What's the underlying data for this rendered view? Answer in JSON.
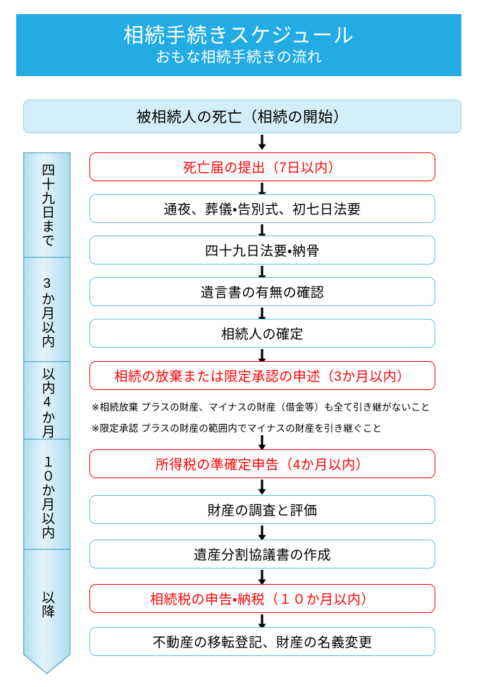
{
  "header": {
    "title": "相続手続きスケジュール",
    "subtitle": "おもな相続手続きの流れ",
    "banner_color": "#22ACE3",
    "text_color": "#FFFFFF"
  },
  "colors": {
    "banner_blue": "#22ACE3",
    "box_blue_border": "#5BC0E8",
    "intro_fill": "#D3EDF9",
    "accent_red": "#FF0000",
    "timeline_fill_top": "#AEDCF0",
    "timeline_fill_bottom": "#DFF1FB",
    "arrow_black": "#000000"
  },
  "intro": {
    "label": "被相続人の死亡（相続の開始）"
  },
  "flow": {
    "steps": [
      {
        "label": "死亡届の提出（7日以内）",
        "style": "accent"
      },
      {
        "label": "通夜、葬儀・告別式、初七日法要",
        "style": "normal"
      },
      {
        "label": "四十九日法要・納骨",
        "style": "normal"
      },
      {
        "label": "遺言書の有無の確認",
        "style": "normal"
      },
      {
        "label": "相続人の確定",
        "style": "normal"
      },
      {
        "label": "相続の放棄または限定承認の申述（3か月以内）",
        "style": "accent"
      },
      {
        "label": "所得税の準確定申告（4か月以内）",
        "style": "accent"
      },
      {
        "label": "財産の調査と評価",
        "style": "normal"
      },
      {
        "label": "遺産分割協議書の作成",
        "style": "normal"
      },
      {
        "label": "相続税の申告・納税（１０か月以内）",
        "style": "accent"
      },
      {
        "label": "不動産の移転登記、財産の名義変更",
        "style": "normal"
      }
    ]
  },
  "notes": [
    "※相続放棄  プラスの財産、マイナスの財産（借金等）も全て引き継がないこと",
    "※限定承認  プラスの財産の範囲内でマイナスの財産を引き継ぐこと"
  ],
  "timeline": {
    "segments": [
      {
        "label": "四十九日まで",
        "columns": [
          "四十九日まで"
        ]
      },
      {
        "label": "3か月以内",
        "columns": [
          "3か月以内"
        ]
      },
      {
        "label": "4か月以内",
        "columns": [
          "4か月",
          "以内"
        ]
      },
      {
        "label": "１０か月以内",
        "columns": [
          "１０か月以内"
        ]
      },
      {
        "label": "以降",
        "columns": [
          "以降"
        ]
      }
    ]
  }
}
